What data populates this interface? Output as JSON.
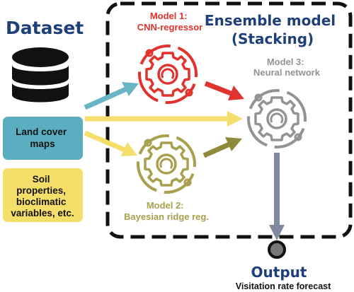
{
  "dataset": {
    "title": "Dataset"
  },
  "inputs": [
    {
      "label_lines": [
        "Land cover",
        "maps"
      ],
      "color": "#5aaec0"
    },
    {
      "label_lines": [
        "Soil",
        "properties,",
        "bioclimatic",
        "variables, etc."
      ],
      "color": "#f6de6a"
    }
  ],
  "ensemble": {
    "title_lines": [
      "Ensemble model",
      "(Stacking)"
    ]
  },
  "models": [
    {
      "id": "model1",
      "label_lines": [
        "Model 1:",
        "CNN-regressor"
      ],
      "color": "#e1332d"
    },
    {
      "id": "model2",
      "label_lines": [
        "Model 2:",
        "Bayesian ridge reg."
      ],
      "color": "#a8a04d"
    },
    {
      "id": "model3",
      "label_lines": [
        "Model 3:",
        "Neural network"
      ],
      "color": "#939393"
    }
  ],
  "output": {
    "title": "Output",
    "subtitle": "Visitation rate forecast"
  },
  "colors": {
    "title_blue": "#1f3f7a",
    "arrow_teal": "#69b5c6",
    "arrow_yellow": "#f6de6a",
    "arrow_red": "#e1332d",
    "arrow_olive": "#8e8a3c",
    "arrow_gray": "#7f8aa0"
  }
}
